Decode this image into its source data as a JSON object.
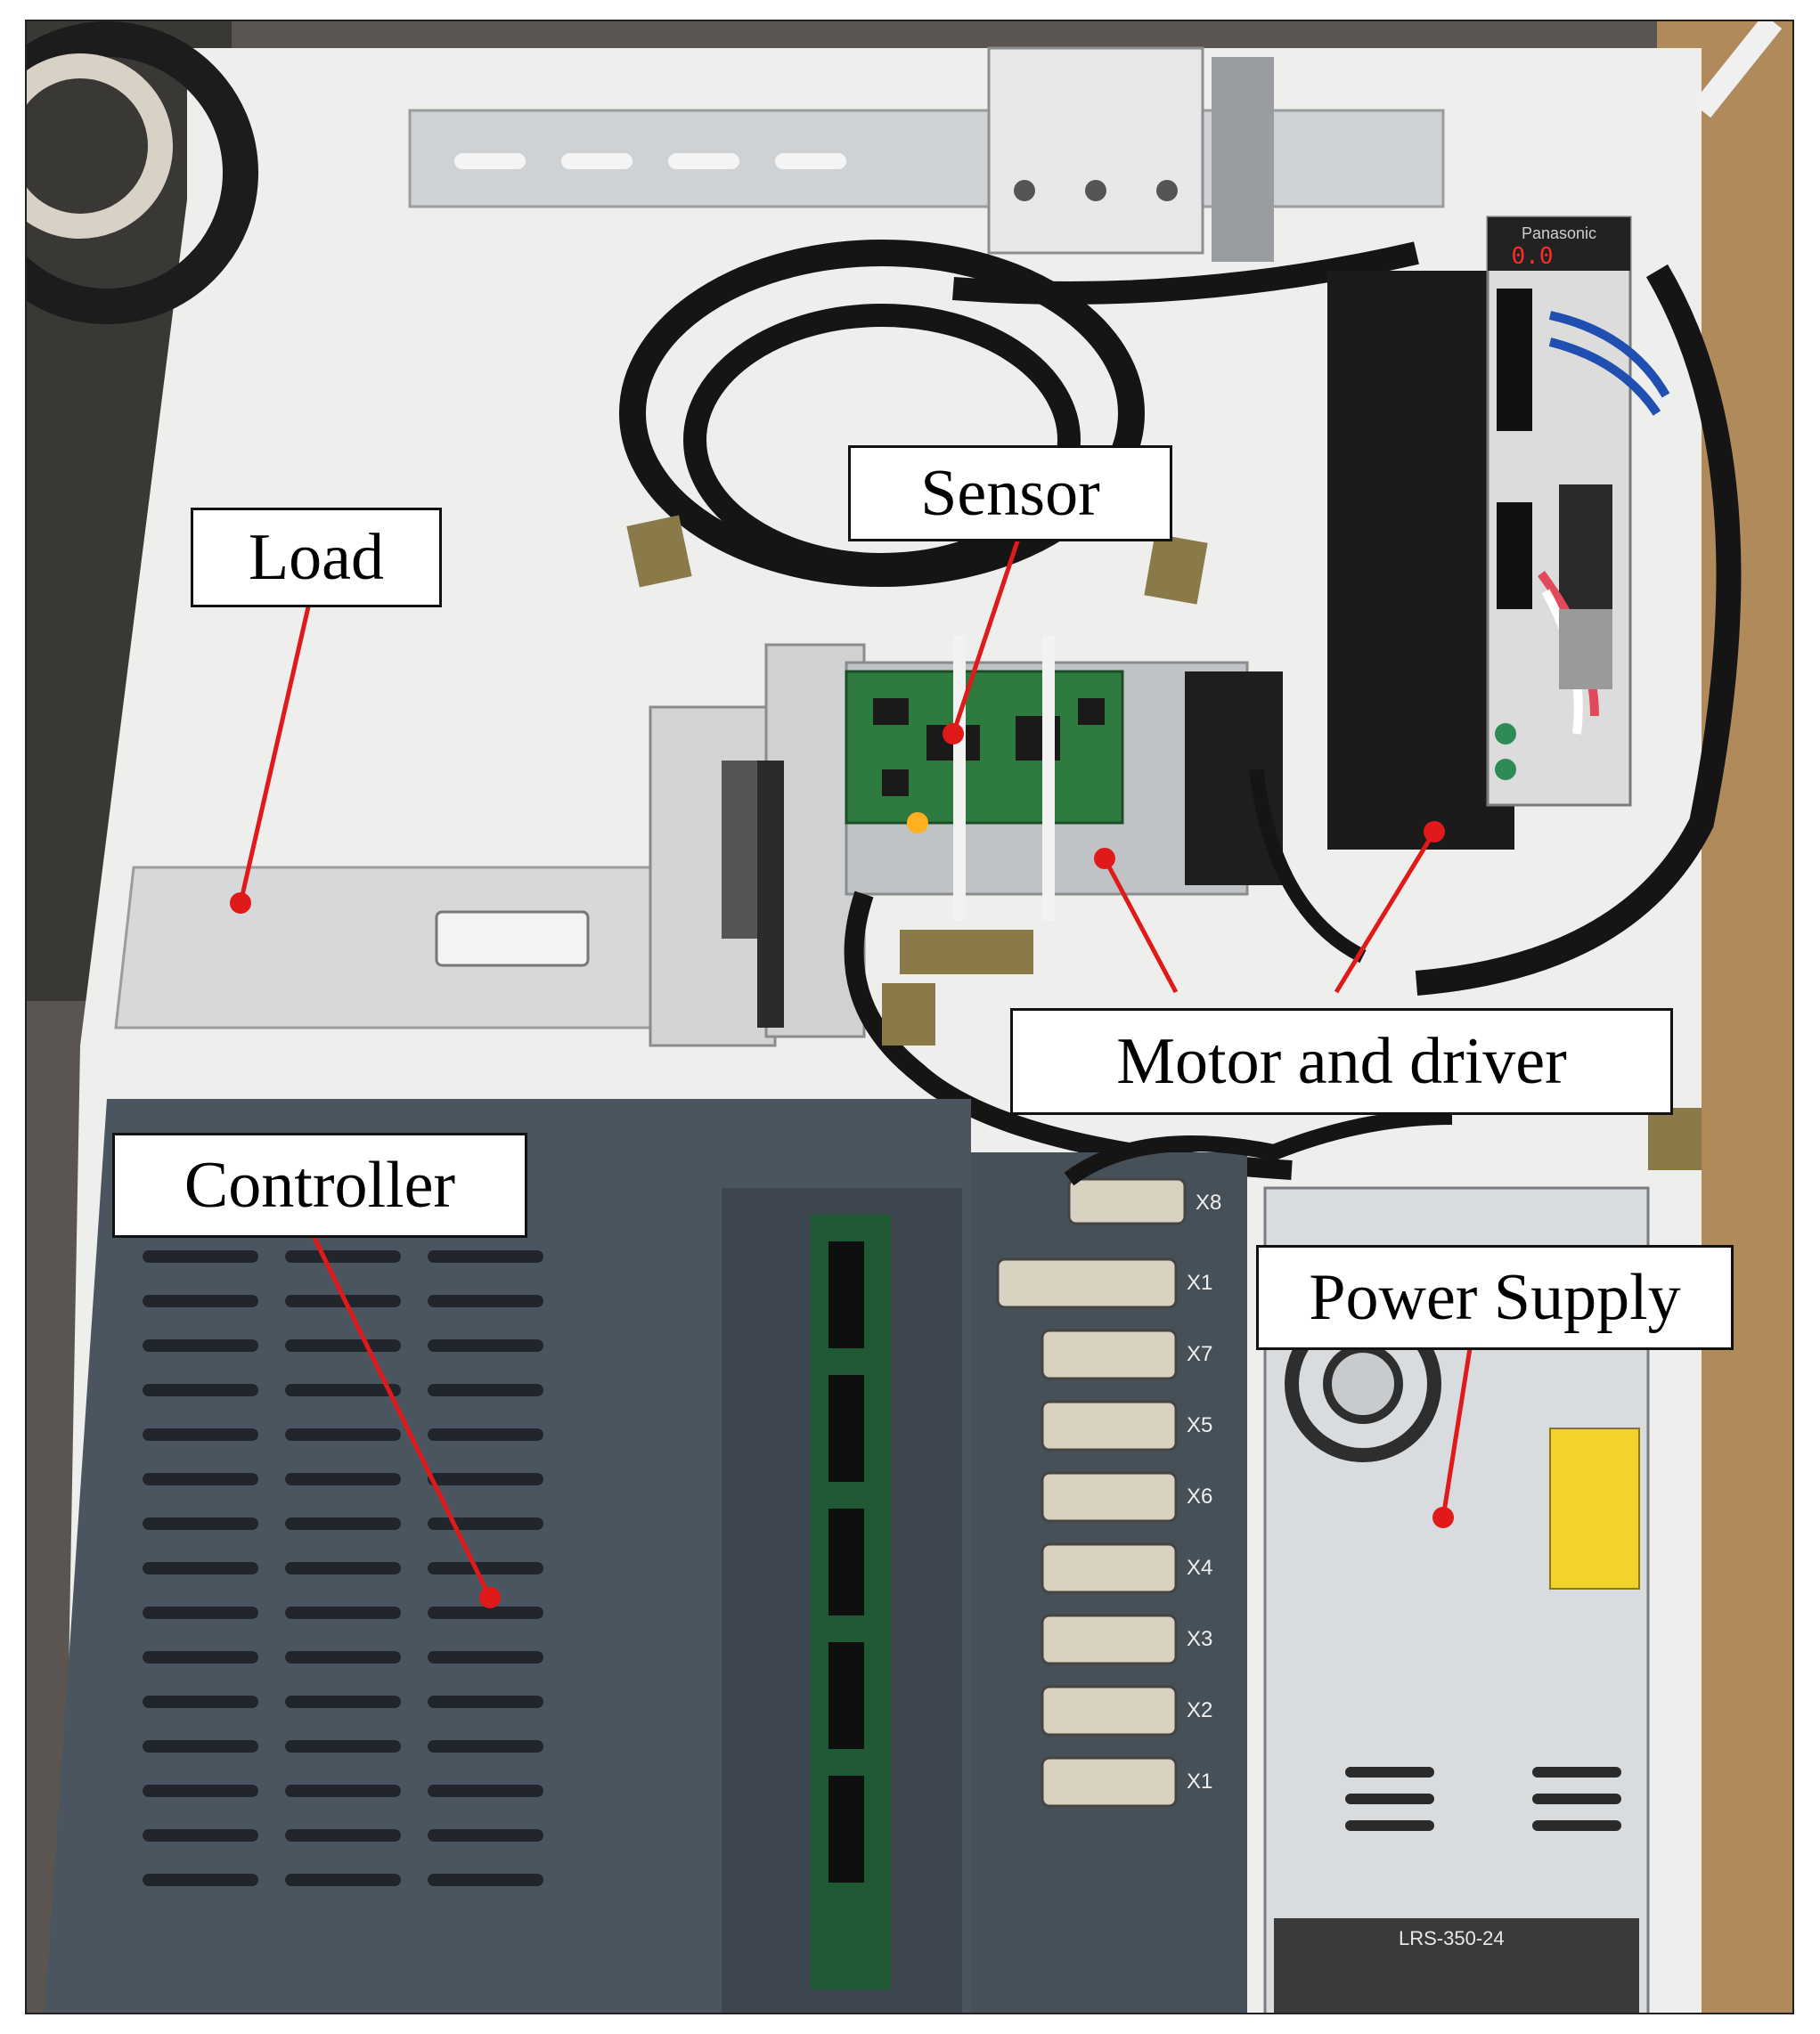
{
  "labels": {
    "sensor": "Sensor",
    "load": "Load",
    "motor_and_driver": "Motor and driver",
    "controller": "Controller",
    "power_supply": "Power Supply"
  },
  "device_text": {
    "driver_brand": "Panasonic",
    "driver_display": "0.0",
    "psu_model": "LRS-350-24",
    "ports": [
      "X8",
      "X1",
      "X7",
      "X5",
      "X6",
      "X4",
      "X3",
      "X2",
      "X1"
    ]
  },
  "colors": {
    "leader_line": "#e01a1a",
    "controller_body": "#4a5560",
    "psu_body": "#d9dcdf",
    "board_background": "#eeeeec"
  }
}
